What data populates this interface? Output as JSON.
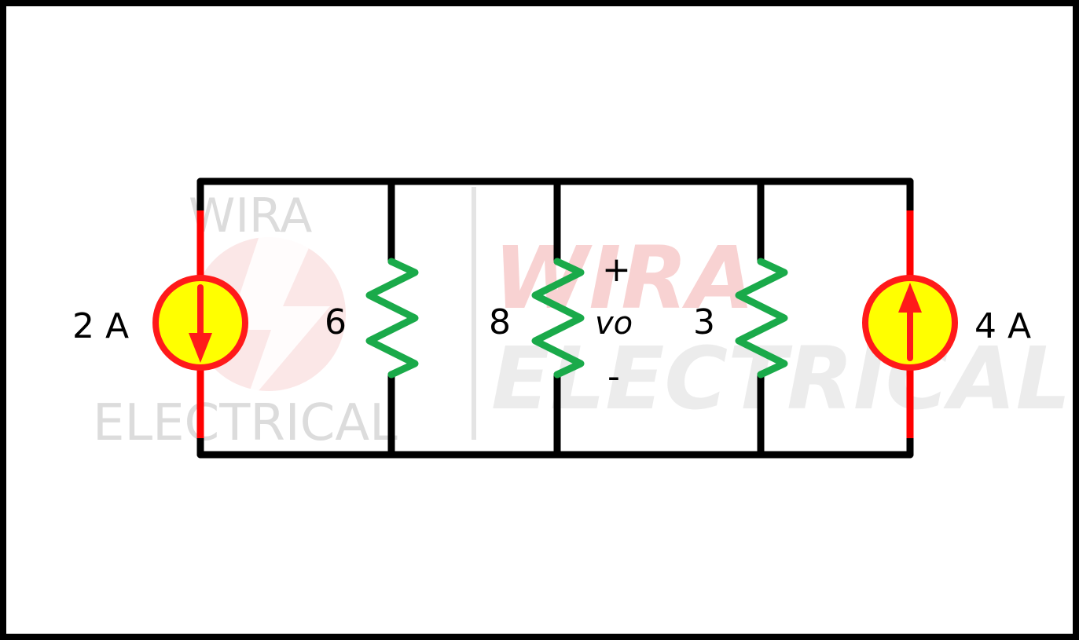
{
  "watermark": {
    "left_top": "WIRA",
    "left_bottom": "ELECTRICAL",
    "center_top": "WIRA",
    "center_bottom": "ELECTRICAL",
    "accent_color": "#f6c4c4",
    "gray_color": "#e6e6e6"
  },
  "components": {
    "source_left": {
      "label": "2 A",
      "direction": "down"
    },
    "r1": {
      "label": "6"
    },
    "r2": {
      "label": "8"
    },
    "r3": {
      "label": "3"
    },
    "source_right": {
      "label": "4 A",
      "direction": "up"
    }
  },
  "voltage": {
    "plus": "+",
    "name": "vo",
    "minus": "-"
  },
  "colors": {
    "wire": "#000000",
    "source_wire": "#ff0000",
    "source_ring": "#ff1a1a",
    "source_fill": "#ffff00",
    "resistor": "#1aaa4a",
    "frame": "#000000"
  },
  "icons": [
    "current-source-icon",
    "resistor-icon",
    "arrow-down-icon",
    "arrow-up-icon",
    "lightning-logo-icon"
  ]
}
